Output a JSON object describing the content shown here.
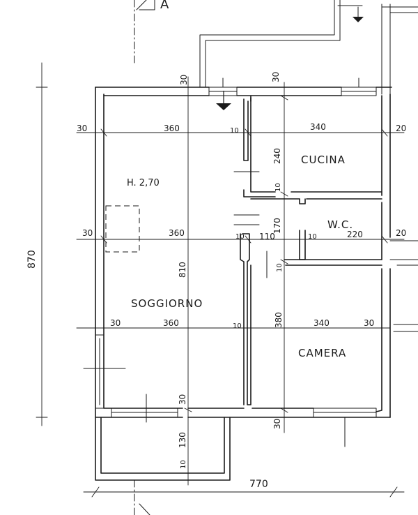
{
  "corner_label": "A",
  "rooms": {
    "cucina": "CUCINA",
    "wc": "W.C.",
    "soggiorno": "SOGGIORNO",
    "camera": "CAMERA",
    "height": "H. 2,70"
  },
  "dims": {
    "overall_height": "870",
    "overall_width": "770",
    "top_wall_30_a": "30",
    "top_wall_30_b": "30",
    "left_30_top": "30",
    "soggiorno_top_360": "360",
    "wall_10_top": "10",
    "cucina_340": "340",
    "right_20_top": "20",
    "cucina_240": "240",
    "wall_10_mid": "10",
    "left_30_mid": "30",
    "soggiorno_mid_360": "360",
    "wall_10_wc": "10",
    "corridor_110": "110",
    "wc_170": "170",
    "wall_10_wc_b": "10",
    "wc_220": "220",
    "right_20_mid": "20",
    "soggiorno_810": "810",
    "wall_10_camera": "10",
    "wall_10_lower": "10",
    "camera_380": "380",
    "left_30_low": "30",
    "soggiorno_low_360": "360",
    "camera_340": "340",
    "camera_30": "30",
    "bottom_30_left": "30",
    "bottom_30_right": "30",
    "balcony_130": "130",
    "balcony_10": "10"
  }
}
